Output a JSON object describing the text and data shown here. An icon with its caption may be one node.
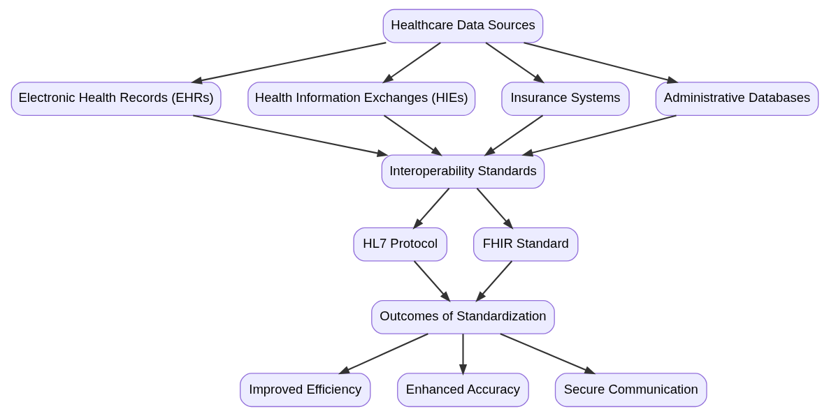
{
  "diagram": {
    "nodes": [
      {
        "text": [
          "Healthcare Data Sources"
        ]
      },
      {
        "text": [
          "Electronic Health Records (EHRs)"
        ]
      },
      {
        "text": [
          "Health Information Exchanges (HIEs)"
        ]
      },
      {
        "text": [
          "Insurance Systems"
        ]
      },
      {
        "text": [
          "Administrative Databases"
        ]
      },
      {
        "text": [
          "Interoperability Standards"
        ]
      },
      {
        "text": [
          "HL7 Protocol"
        ]
      },
      {
        "text": [
          "FHIR Standard"
        ]
      },
      {
        "text": [
          "Outcomes of Standardization"
        ]
      },
      {
        "text": [
          "Improved Efficiency"
        ]
      },
      {
        "text": [
          "Enhanced Accuracy"
        ]
      },
      {
        "text": [
          "Secure Communication"
        ]
      }
    ],
    "edges": [
      {
        "from": 0,
        "to": 1,
        "arrow": "to"
      },
      {
        "from": 0,
        "to": 2,
        "arrow": "to"
      },
      {
        "from": 0,
        "to": 3,
        "arrow": "to"
      },
      {
        "from": 0,
        "to": 4,
        "arrow": "to"
      },
      {
        "from": 1,
        "to": 5,
        "arrow": "to"
      },
      {
        "from": 2,
        "to": 5,
        "arrow": "to"
      },
      {
        "from": 3,
        "to": 5,
        "arrow": "to"
      },
      {
        "from": 4,
        "to": 5,
        "arrow": "to"
      },
      {
        "from": 5,
        "to": 6,
        "arrow": "to"
      },
      {
        "from": 5,
        "to": 7,
        "arrow": "to"
      },
      {
        "from": 6,
        "to": 8,
        "arrow": "to"
      },
      {
        "from": 7,
        "to": 8,
        "arrow": "to"
      },
      {
        "from": 8,
        "to": 9,
        "arrow": "to"
      },
      {
        "from": 8,
        "to": 10,
        "arrow": "to"
      },
      {
        "from": 8,
        "to": 11,
        "arrow": "to"
      }
    ]
  }
}
